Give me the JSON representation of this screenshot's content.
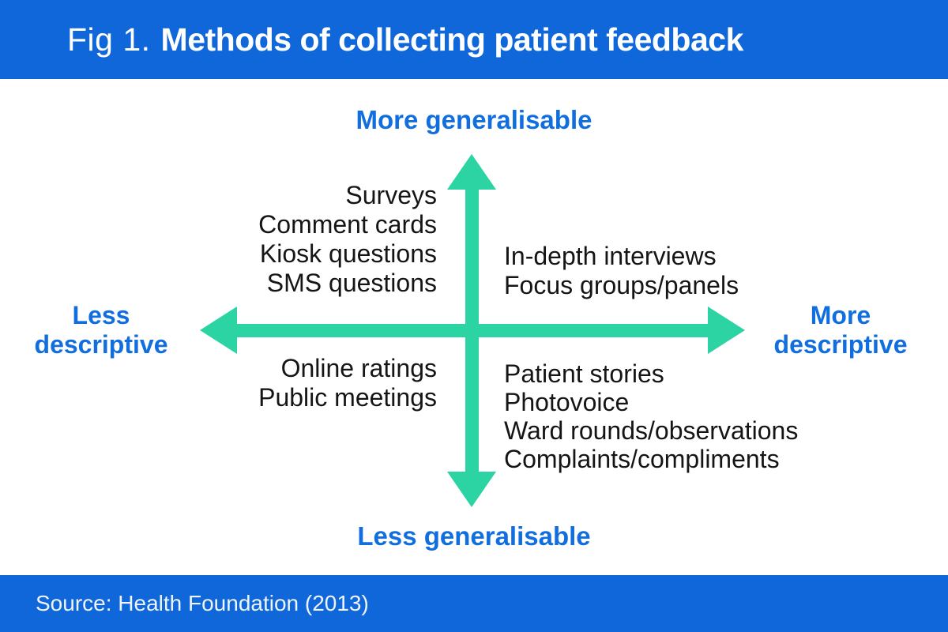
{
  "header": {
    "fig_label": "Fig 1.",
    "title": "Methods of collecting patient feedback"
  },
  "axes": {
    "top": "More generalisable",
    "bottom": "Less generalisable",
    "left": [
      "Less",
      "descriptive"
    ],
    "right": [
      "More",
      "descriptive"
    ]
  },
  "quadrants": {
    "top_left": [
      "Surveys",
      "Comment cards",
      "Kiosk questions",
      "SMS questions"
    ],
    "top_right": [
      "In-depth interviews",
      "Focus groups/panels"
    ],
    "bottom_left": [
      "Online ratings",
      "Public meetings"
    ],
    "bottom_right": [
      "Patient stories",
      "Photovoice",
      "Ward rounds/observations",
      "Complaints/compliments"
    ]
  },
  "footer": {
    "source": "Source: Health Foundation (2013)"
  },
  "colors": {
    "bar_blue": "#0f67da",
    "axis_text_blue": "#116edf",
    "arrow_green": "#2bd4a2",
    "body_text": "#151515",
    "background": "#ffffff"
  }
}
